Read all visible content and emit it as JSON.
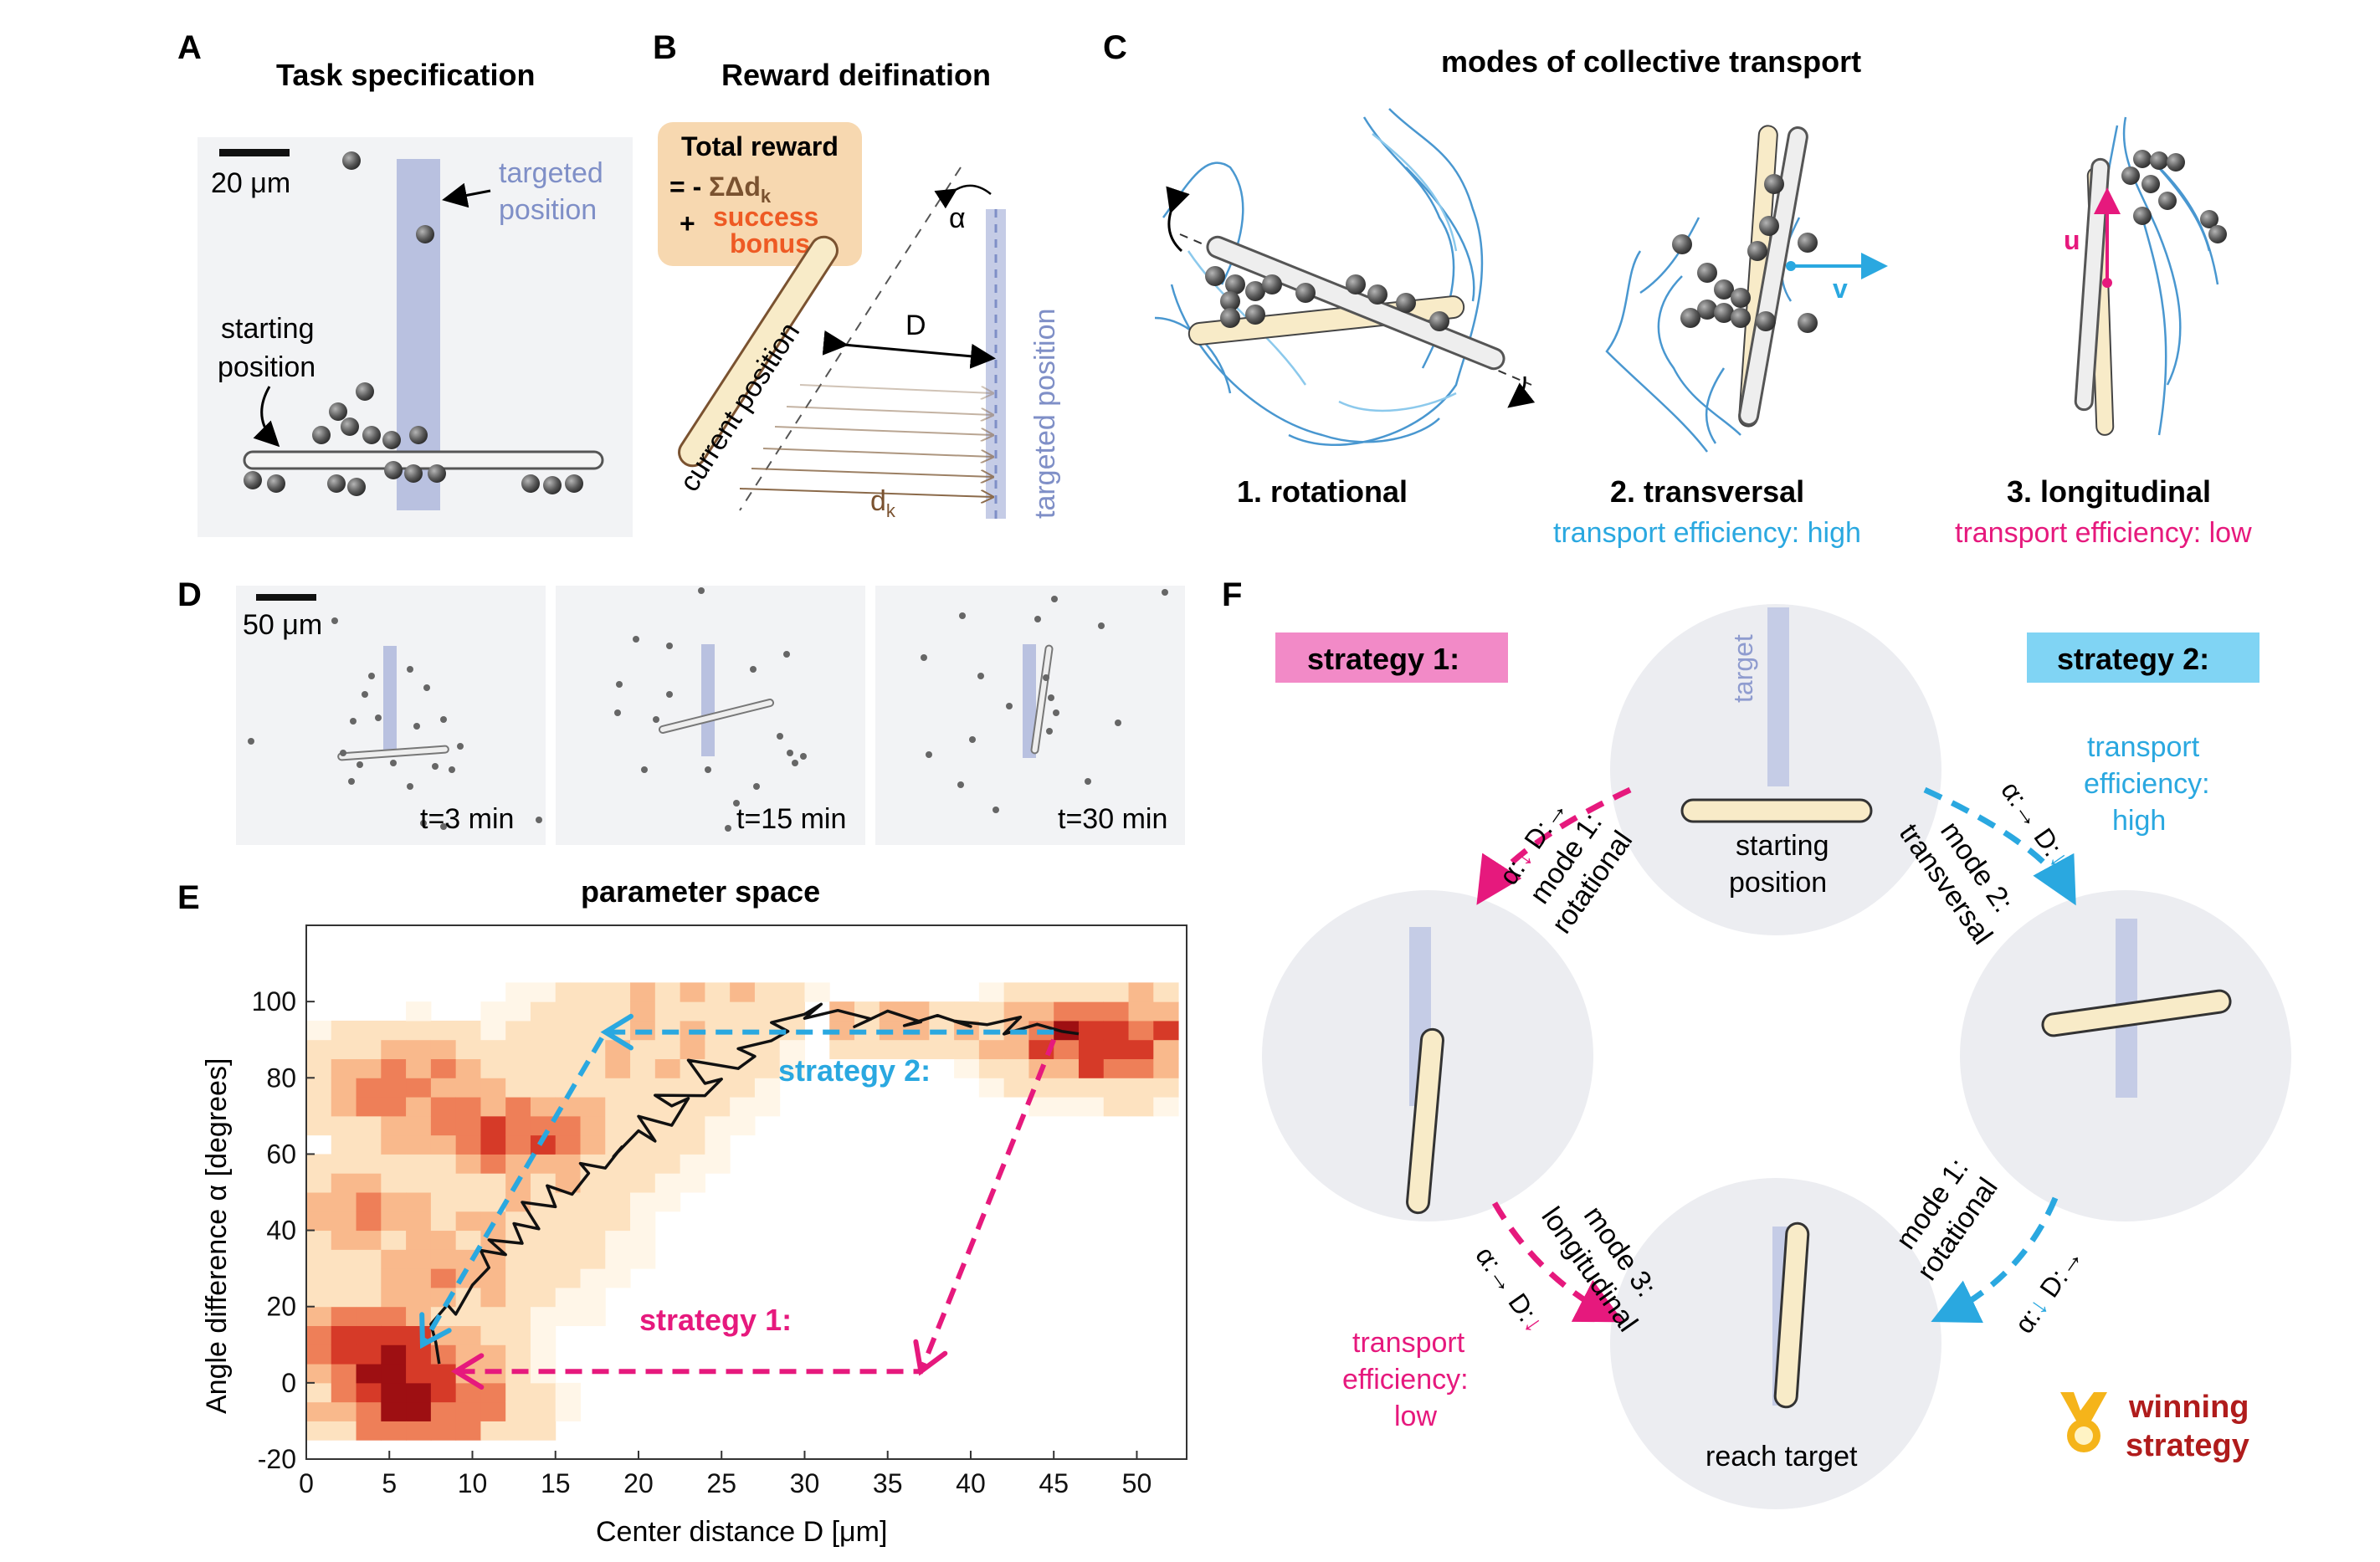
{
  "panelA": {
    "letter": "A",
    "title": "Task specification",
    "scale": "20 μm",
    "targeted_label": [
      "targeted",
      "position"
    ],
    "starting_label": [
      "starting",
      "position"
    ]
  },
  "panelB": {
    "letter": "B",
    "title": "Reward deifination",
    "reward_title": "Total reward",
    "reward_prefix": "= - ",
    "reward_sum": "ΣΔd",
    "reward_sub": "k",
    "reward_plus": "+ ",
    "bonus": [
      "success",
      "bonus"
    ],
    "alpha": "α",
    "D": "D",
    "current": "current position",
    "targeted": "targeted position",
    "dk": "d",
    "dk_sub": "k"
  },
  "panelC": {
    "letter": "C",
    "title": "modes of collective transport",
    "modes": [
      {
        "name": "1. rotational",
        "efficiency": ""
      },
      {
        "name": "2. transversal",
        "efficiency": "transport efficiency: high"
      },
      {
        "name": "3. longitudinal",
        "efficiency": "transport efficiency: low"
      }
    ],
    "v_label": "v",
    "u_label": "u"
  },
  "panelD": {
    "letter": "D",
    "scale": "50 μm",
    "times": [
      "t=3 min",
      "t=15 min",
      "t=30 min"
    ]
  },
  "panelE": {
    "letter": "E",
    "title": "parameter space",
    "strategy1": "strategy 1:",
    "strategy2": "strategy 2:"
  },
  "panelF": {
    "letter": "F",
    "strategy1": "strategy 1:",
    "strategy2": "strategy 2:",
    "target": "target",
    "starting": [
      "starting",
      "position"
    ],
    "reach": "reach target",
    "mode1_left": [
      "mode 1:",
      "rotational"
    ],
    "mode2": [
      "mode 2:",
      "transversal"
    ],
    "mode3": [
      "mode 3:",
      "longitudinal"
    ],
    "mode1_right": [
      "mode 1:",
      "rotational"
    ],
    "ad_down_right": [
      "α:",
      "↓",
      " D:",
      "→"
    ],
    "ad_right_down": [
      "α:→ D:",
      "↓"
    ],
    "eff_high": [
      "transport",
      "efficiency:",
      "high"
    ],
    "eff_low": [
      "transport",
      "efficiency:",
      "low"
    ],
    "winning": [
      "winning",
      "strategy"
    ]
  },
  "chart_data": {
    "type": "heatmap",
    "title": "parameter space",
    "xlabel": "Center distance D [μm]",
    "ylabel": "Angle difference α [degrees]",
    "xlim": [
      0,
      53
    ],
    "ylim": [
      -20,
      120
    ],
    "xticks": [
      0,
      5,
      10,
      15,
      20,
      25,
      30,
      35,
      40,
      45,
      50
    ],
    "yticks": [
      -20,
      0,
      20,
      40,
      60,
      80,
      100
    ],
    "bin_width_x": 1.5,
    "bin_width_y": 5,
    "colormap": [
      "#fff6e8",
      "#fde2c0",
      "#f9b98c",
      "#ee7f58",
      "#d63a28",
      "#9e0f12"
    ],
    "density_hotspots": [
      {
        "x": 5.5,
        "y": 5,
        "density": 1.0
      },
      {
        "x": 6.5,
        "y": -5,
        "density": 0.95
      },
      {
        "x": 48,
        "y": 90,
        "density": 0.95
      },
      {
        "x": 3.5,
        "y": 10,
        "density": 0.85
      },
      {
        "x": 12.5,
        "y": 65,
        "density": 0.75
      },
      {
        "x": 6,
        "y": 78,
        "density": 0.7
      },
      {
        "x": 9,
        "y": 70,
        "density": 0.65
      },
      {
        "x": 3,
        "y": 45,
        "density": 0.5
      },
      {
        "x": 8,
        "y": 30,
        "density": 0.55
      }
    ],
    "trajectory": {
      "x": [
        8,
        7.8,
        7.5,
        8.5,
        9,
        10,
        11,
        10.5,
        12,
        11,
        13,
        12.5,
        14,
        13,
        15,
        14.5,
        16,
        17,
        16.5,
        18,
        19,
        18.5,
        20,
        21,
        20,
        22,
        23,
        22,
        21,
        24,
        25,
        24,
        23,
        26,
        27,
        26,
        28,
        29,
        28,
        30,
        31,
        30,
        32,
        34,
        33,
        35,
        37,
        36,
        38,
        40,
        39,
        41,
        43,
        42,
        44,
        45.5,
        46.5
      ],
      "y": [
        5,
        10,
        15,
        20,
        18,
        25,
        30,
        35,
        33,
        38,
        36,
        42,
        40,
        48,
        46,
        52,
        50,
        55,
        58,
        56,
        62,
        60,
        66,
        64,
        70,
        68,
        74,
        72,
        76,
        75,
        80,
        78,
        84,
        82,
        86,
        88,
        90,
        92,
        95,
        97,
        99,
        96,
        98,
        96,
        94,
        97,
        95,
        94,
        96,
        93,
        95,
        94,
        96,
        92,
        94,
        92,
        91
      ]
    },
    "strategy_paths": [
      {
        "name": "strategy 2:",
        "color": "#2aa8e0",
        "points": [
          [
            45,
            92
          ],
          [
            18,
            92
          ],
          [
            7,
            10
          ]
        ]
      },
      {
        "name": "strategy 1:",
        "color": "#e6197d",
        "points": [
          [
            45,
            90
          ],
          [
            37,
            3
          ],
          [
            9,
            3
          ]
        ]
      }
    ]
  },
  "colors": {
    "magenta": "#e6197d",
    "cyan": "#2aa8e0",
    "target_blue": "#7f8fc7",
    "rod_fill": "#f8ebc8",
    "bonus_orange": "#ee5a24",
    "reward_box": "#f7d8b0",
    "strategy1_bg": "#f28ac7",
    "strategy2_bg": "#80d4f4",
    "winning_red": "#b01c1c",
    "medal": "#f5b41a"
  }
}
